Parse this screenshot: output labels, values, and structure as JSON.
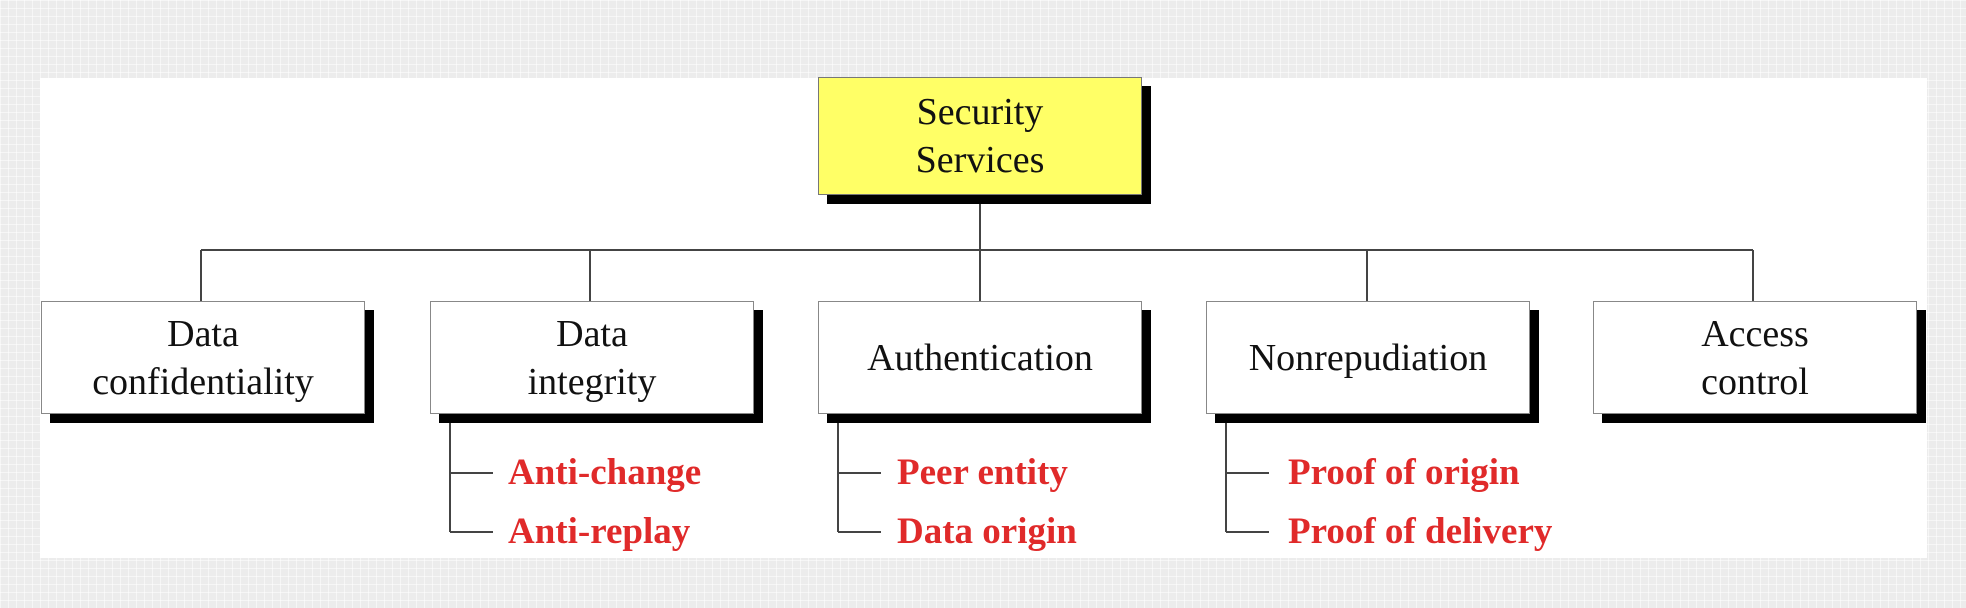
{
  "diagram": {
    "root": {
      "line1": "Security",
      "line2": "Services",
      "fill_color": "#ffff66"
    },
    "services": [
      {
        "line1": "Data",
        "line2": "confidentiality"
      },
      {
        "line1": "Data",
        "line2": "integrity"
      },
      {
        "line1": "Authentication",
        "line2": ""
      },
      {
        "line1": "Nonrepudiation",
        "line2": ""
      },
      {
        "line1": "Access",
        "line2": "control"
      }
    ],
    "sub_services": {
      "integrity": [
        "Anti-change",
        "Anti-replay"
      ],
      "authentication": [
        "Peer entity",
        "Data origin"
      ],
      "nonrepudiation": [
        "Proof of origin",
        "Proof of delivery"
      ]
    },
    "sub_item_color": "#e02a2a"
  }
}
